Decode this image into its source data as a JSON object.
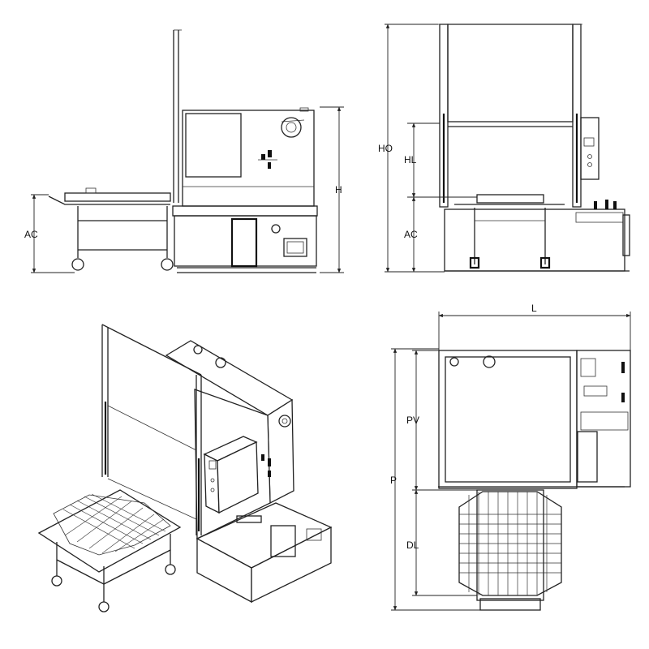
{
  "views": {
    "side": {
      "dims": {
        "height": "H",
        "work_height": "AC"
      }
    },
    "front": {
      "dims": {
        "open_height": "HO",
        "lift_height": "HL",
        "work_height": "AC"
      }
    },
    "isometric": {},
    "top": {
      "dims": {
        "length": "L",
        "depth": "P",
        "cabinet_depth": "PV",
        "cart_depth": "DL"
      }
    }
  }
}
